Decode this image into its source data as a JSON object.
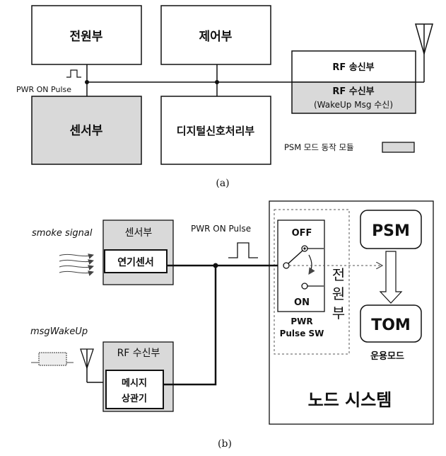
{
  "diagram_a": {
    "power_unit": "전원부",
    "control_unit": "제어부",
    "sensor_unit": "센서부",
    "dsp_unit": "디지털신호처리부",
    "rf_tx": "RF 송신부",
    "rf_rx": "RF 수신부",
    "rf_rx_sub": "(WakeUp Msg 수신)",
    "pwr_pulse": "PWR ON Pulse",
    "legend": "PSM 모드 동작 모듈",
    "caption": "(a)"
  },
  "diagram_b": {
    "smoke_signal": "smoke signal",
    "msg_wakeup": "msgWakeUp",
    "sensor_unit": "센서부",
    "smoke_sensor": "연기센서",
    "rf_rx": "RF 수신부",
    "correlator_1": "메시지",
    "correlator_2": "상관기",
    "pwr_pulse": "PWR ON Pulse",
    "off": "OFF",
    "on": "ON",
    "pwr_sw_1": "PWR",
    "pwr_sw_2": "Pulse SW",
    "power_unit_vertical": [
      "전",
      "원",
      "부"
    ],
    "psm": "PSM",
    "tom": "TOM",
    "operation_mode": "운용모드",
    "node_system": "노드 시스템",
    "caption": "(b)"
  },
  "colors": {
    "module_fill": "#d9d9d9",
    "line": "#111111",
    "dashed": "#555555"
  }
}
